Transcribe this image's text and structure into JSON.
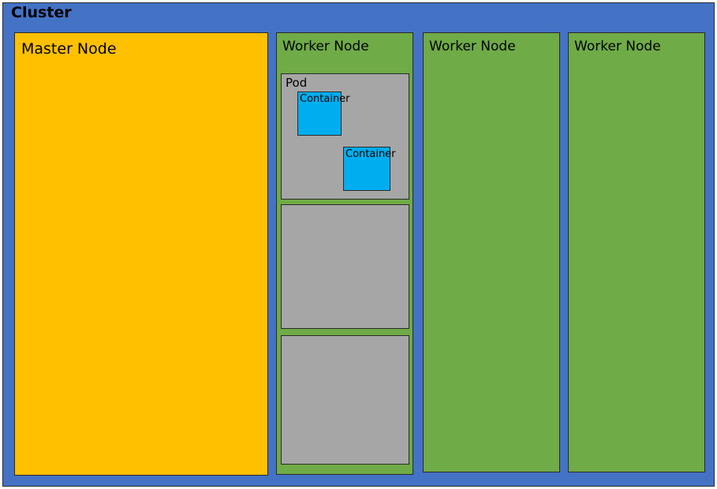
{
  "diagram": {
    "type": "kubernetes-cluster-architecture",
    "colors": {
      "cluster": "#4472c4",
      "master_node": "#ffc000",
      "worker_node": "#6fab46",
      "pod": "#a6a6a6",
      "container": "#00aeef",
      "stroke": "#2a2a2a"
    },
    "cluster": {
      "label": "Cluster",
      "master_node": {
        "label": "Master Node"
      },
      "worker_nodes": [
        {
          "label": "Worker Node",
          "pods": [
            {
              "label": "Pod",
              "containers": [
                {
                  "label": "Container"
                },
                {
                  "label": "Container"
                }
              ]
            },
            {
              "label": "",
              "containers": []
            },
            {
              "label": "",
              "containers": []
            }
          ]
        },
        {
          "label": "Worker Node",
          "pods": []
        },
        {
          "label": "Worker Node",
          "pods": []
        }
      ]
    }
  }
}
